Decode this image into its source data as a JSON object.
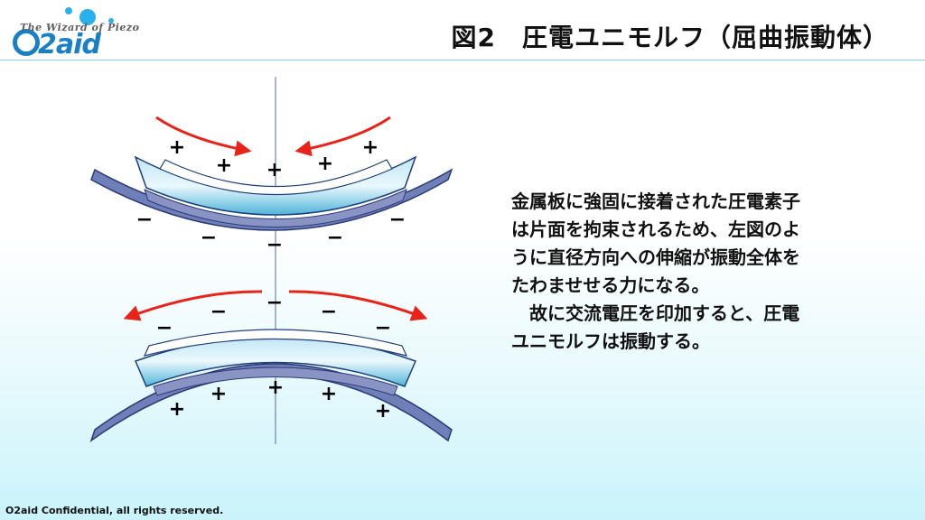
{
  "logo": {
    "tagline": "The Wizard of Piezo",
    "wordmark": "2aid"
  },
  "title": "図2　圧電ユニモルフ（屈曲振動体）",
  "description": [
    "金属板に強固に接着された圧電素子",
    "は片面を拘束されるため、左図のよ",
    "うに直径方向への伸縮が振動全体を",
    "たわませせる力になる。",
    "　故に交流電圧を印加すると、圧電",
    "ユニモルフは振動する。"
  ],
  "diagram": {
    "top": {
      "upper_signs": [
        "+",
        "+",
        "+",
        "+",
        "+"
      ],
      "lower_signs": [
        "−",
        "−",
        "−",
        "−",
        "−"
      ]
    },
    "bottom": {
      "upper_signs": [
        "−",
        "−",
        "−",
        "−",
        "−"
      ],
      "lower_signs": [
        "+",
        "+",
        "+",
        "+",
        "+"
      ]
    }
  },
  "footer": "O2aid Confidential, all rights reserved.",
  "colors": {
    "arrow": "#e8231a",
    "plate": "#6f7fb8",
    "piezo": "#4fb4d8",
    "electrode": "#ffffff",
    "axis": "#5a6a9a"
  }
}
